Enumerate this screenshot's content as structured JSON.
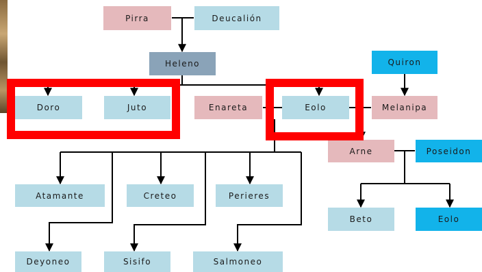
{
  "highlight_color": "#ff0000",
  "colors": {
    "pink": "#e5b9bc",
    "light_blue": "#b6dbe6",
    "steel_blue": "#8aa3b8",
    "cyan": "#12b3ea"
  },
  "nodes": {
    "pirra": "Pirra",
    "deucalion": "Deucalión",
    "heleno": "Heleno",
    "quiron": "Quiron",
    "doro": "Doro",
    "juto": "Juto",
    "enareta": "Enareta",
    "eolo": "Eolo",
    "melanipa": "Melanipa",
    "arne": "Arne",
    "poseidon": "Poseidon",
    "atamante": "Atamante",
    "creteo": "Creteo",
    "perieres": "Perieres",
    "beto": "Beto",
    "eolo2": "Eolo",
    "deyoneo": "Deyoneo",
    "sisifo": "Sisifo",
    "salmoneo": "Salmoneo"
  }
}
